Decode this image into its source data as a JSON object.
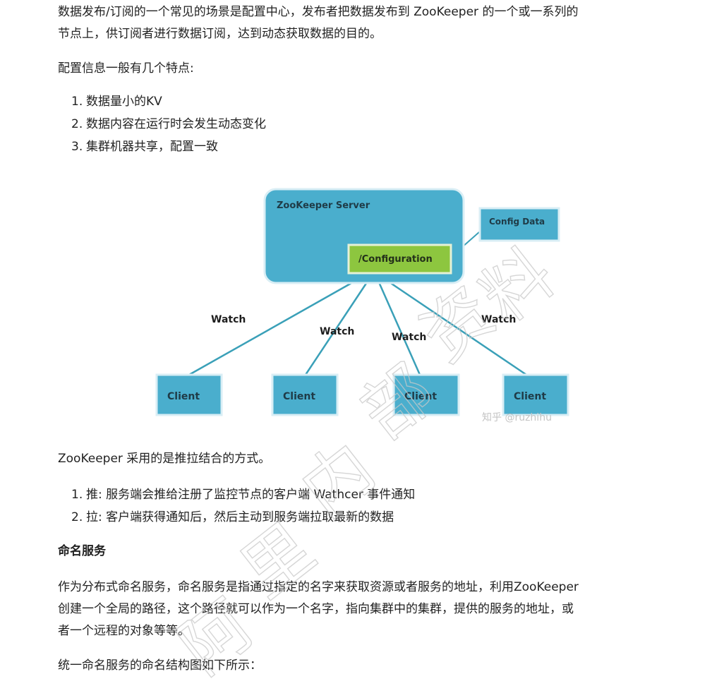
{
  "intro": {
    "line1": "数据发布/订阅的一个常见的场景是配置中心，发布者把数据发布到 ZooKeeper 的一个或一系列的",
    "line2": "节点上，供订阅者进行数据订阅，达到动态获取数据的目的。"
  },
  "features": {
    "title": "配置信息一般有几个特点:",
    "items": [
      {
        "num": "1.",
        "text": "数据量小的KV"
      },
      {
        "num": "2.",
        "text": "数据内容在运行时会发生动态变化"
      },
      {
        "num": "3.",
        "text": "集群机器共享，配置一致"
      }
    ]
  },
  "diagram": {
    "server_label": "ZooKeeper Server",
    "config_path": "/Configuration",
    "config_data": "Config Data",
    "watch_labels": [
      "Watch",
      "Watch",
      "Watch",
      "Watch"
    ],
    "clients": [
      "Client",
      "Client",
      "Client",
      "Client"
    ],
    "credit": "知乎 @ruzhihu",
    "colors": {
      "server": "#4aaecd",
      "config_path": "#8dc63f",
      "edges": "#3aa0b8"
    }
  },
  "push_pull": {
    "title": "ZooKeeper 采用的是推拉结合的方式。",
    "items": [
      {
        "num": "1.",
        "text": "推: 服务端会推给注册了监控节点的客户端 Wathcer 事件通知"
      },
      {
        "num": "2.",
        "text": "拉: 客户端获得通知后，然后主动到服务端拉取最新的数据"
      }
    ]
  },
  "naming": {
    "heading": "命名服务",
    "line1": "作为分布式命名服务，命名服务是指通过指定的名字来获取资源或者服务的地址，利用ZooKeeper",
    "line2": "创建一个全局的路径，这个路径就可以作为一个名字，指向集群中的集群，提供的服务的地址，或",
    "line3": "者一个远程的对象等等。",
    "diagram_intro": "统一命名服务的命名结构图如下所示："
  },
  "watermark": {
    "glyphs": [
      "阿",
      "里",
      "内",
      "部",
      "资",
      "料"
    ]
  }
}
